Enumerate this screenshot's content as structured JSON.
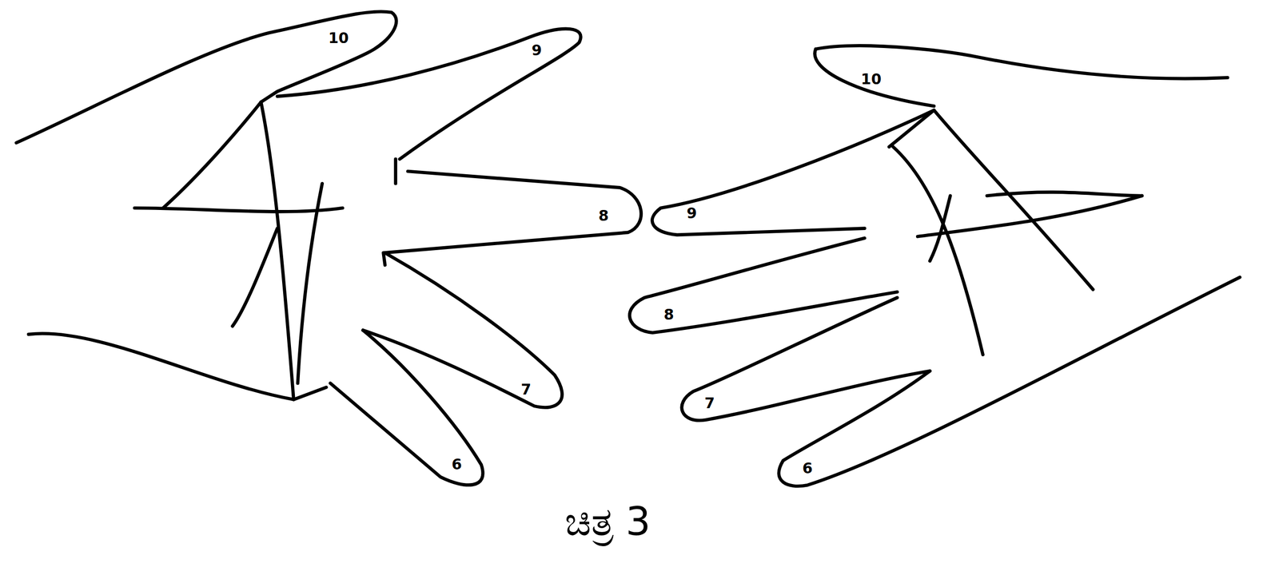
{
  "diagram": {
    "caption": "ಚಿತ್ರ 3",
    "labels": [
      "10",
      "9",
      "8",
      "7",
      "6",
      "10",
      "9",
      "8",
      "7",
      "6"
    ]
  }
}
